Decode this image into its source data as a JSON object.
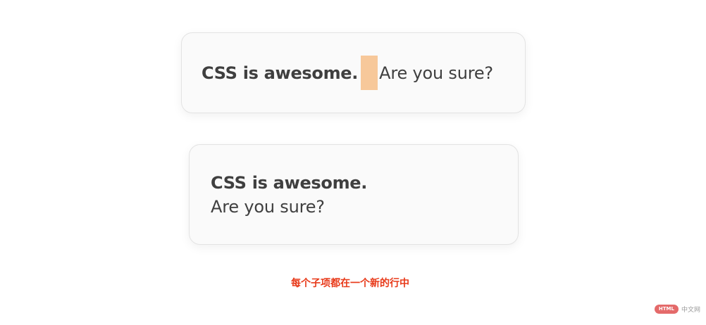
{
  "card_inline": {
    "strong_text": "CSS is awesome.",
    "light_text": "Are you sure?"
  },
  "card_stacked": {
    "strong_text": "CSS is awesome.",
    "light_text": "Are you sure?"
  },
  "caption": "每个子项都在一个新的行中",
  "watermark": {
    "badge": "HTML",
    "text": "中文网"
  },
  "colors": {
    "highlight": "#f7c89a",
    "caption": "#e83a1a",
    "text": "#3f3f3f",
    "card_bg": "#fafafa"
  }
}
